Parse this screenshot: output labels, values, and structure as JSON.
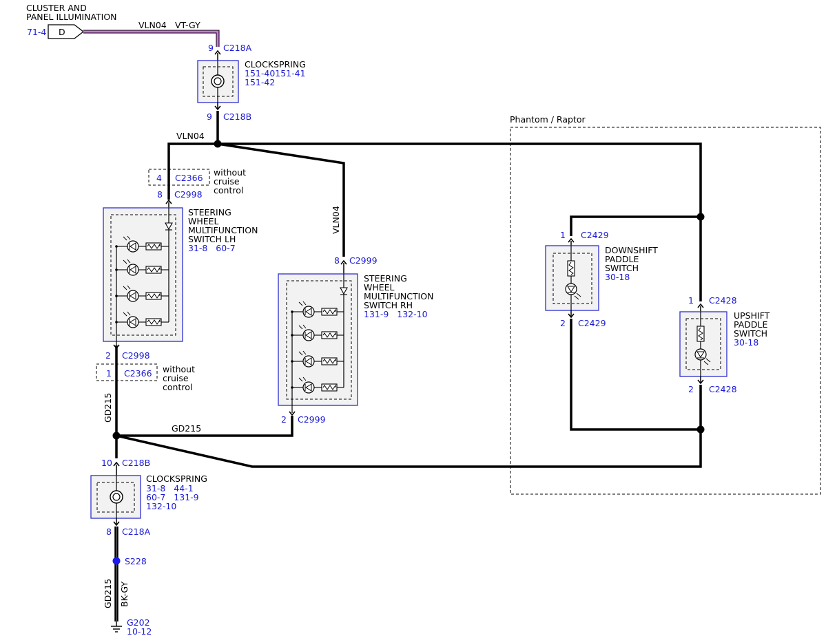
{
  "cluster": {
    "title_1": "CLUSTER AND",
    "title_2": "PANEL ILLUMINATION",
    "ref": "71-4",
    "pin": "D",
    "circuit": "VLN04",
    "color": "VT-GY"
  },
  "clockspring_top": {
    "pin_in": "9",
    "conn_in": "C218A",
    "name": "CLOCKSPRING",
    "ref_1": "151-40151-41",
    "ref_2": "151-42",
    "pin_out": "9",
    "conn_out": "C218B"
  },
  "splice_vln04": {
    "label": "VLN04",
    "rh_branch_label": "VLN04"
  },
  "c2366_top": {
    "pin": "4",
    "conn": "C2366",
    "note_1": "without",
    "note_2": "cruise",
    "note_3": "control"
  },
  "switch_lh": {
    "pin_top": "8",
    "conn_top": "C2998",
    "name_1": "STEERING",
    "name_2": "WHEEL",
    "name_3": "MULTIFUNCTION",
    "name_4": "SWITCH LH",
    "refs": "31-8   60-7",
    "pin_bottom": "2",
    "conn_bottom": "C2998"
  },
  "c2366_bottom": {
    "pin": "1",
    "conn": "C2366",
    "note_1": "without",
    "note_2": "cruise",
    "note_3": "control"
  },
  "switch_rh": {
    "pin_top": "8",
    "conn_top": "C2999",
    "name_1": "STEERING",
    "name_2": "WHEEL",
    "name_3": "MULTIFUNCTION",
    "name_4": "SWITCH RH",
    "refs": "131-9   132-10",
    "pin_bottom": "2",
    "conn_bottom": "C2999"
  },
  "phantom_raptor": {
    "title": "Phantom / Raptor"
  },
  "downshift": {
    "pin_top": "1",
    "conn_top": "C2429",
    "name_1": "DOWNSHIFT",
    "name_2": "PADDLE",
    "name_3": "SWITCH",
    "ref": "30-18",
    "pin_bottom": "2",
    "conn_bottom": "C2429"
  },
  "upshift": {
    "pin_top": "1",
    "conn_top": "C2428",
    "name_1": "UPSHIFT",
    "name_2": "PADDLE",
    "name_3": "SWITCH",
    "ref": "30-18",
    "pin_bottom": "2",
    "conn_bottom": "C2428"
  },
  "ground_splice": {
    "label_vert": "GD215",
    "label_horiz": "GD215"
  },
  "clockspring_bottom": {
    "pin_in": "10",
    "conn_in": "C218B",
    "name": "CLOCKSPRING",
    "ref_1": "31-8   44-1",
    "ref_2": "60-7   131-9",
    "ref_3": "132-10",
    "pin_out": "8",
    "conn_out": "C218A"
  },
  "splice_s228": {
    "label": "S228"
  },
  "ground": {
    "circuit": "GD215",
    "color": "BK-GY",
    "name": "G202",
    "ref": "10-12"
  },
  "colors": {
    "wire": "#000000",
    "ref_text": "#1a1ad6",
    "wire_violet": "#c87ad8",
    "component_box": "#2e2ed0",
    "splice_blue": "#1a1af0"
  }
}
